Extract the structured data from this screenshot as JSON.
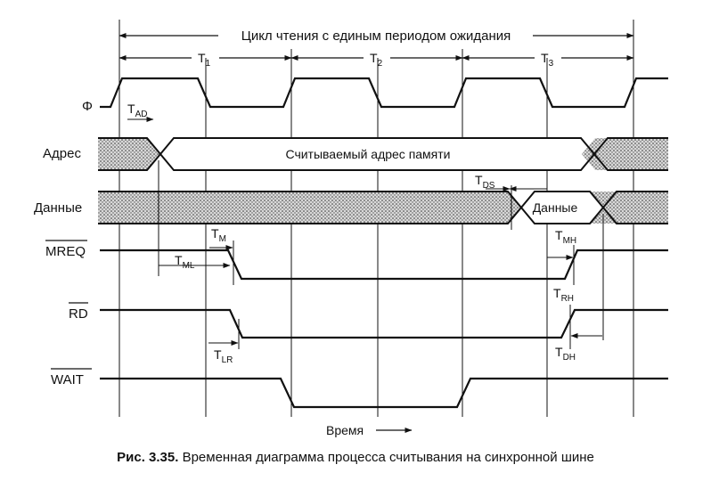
{
  "cycle_title": "Цикл чтения с единым периодом ожидания",
  "periods": [
    {
      "base": "T",
      "sub": "1"
    },
    {
      "base": "T",
      "sub": "2"
    },
    {
      "base": "T",
      "sub": "3"
    }
  ],
  "signals": {
    "clock": "Φ",
    "address": "Адрес",
    "data": "Данные",
    "mreq": "MREQ",
    "rd": "RD",
    "wait": "WAIT"
  },
  "bus_text": {
    "address_value": "Считываемый адрес памяти",
    "data_value": "Данные"
  },
  "timing_labels": {
    "tad": {
      "base": "T",
      "sub": "AD"
    },
    "tds": {
      "base": "T",
      "sub": "DS"
    },
    "tm": {
      "base": "T",
      "sub": "M"
    },
    "tml": {
      "base": "T",
      "sub": "ML"
    },
    "tmh": {
      "base": "T",
      "sub": "MH"
    },
    "trh": {
      "base": "T",
      "sub": "RH"
    },
    "tlr": {
      "base": "T",
      "sub": "LR"
    },
    "tdh": {
      "base": "T",
      "sub": "DH"
    }
  },
  "time_axis": "Время",
  "caption": {
    "prefix": "Рис. 3.35.",
    "text": "Временная диаграмма процесса считывания на синхронной шине"
  }
}
